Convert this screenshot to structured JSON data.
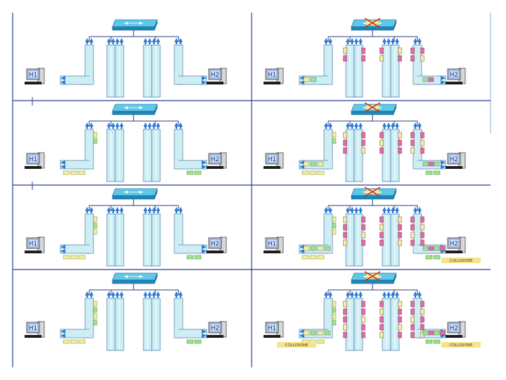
{
  "colors": {
    "background": "#ffffff",
    "frame": "#2c3e8c",
    "cable_fill": "#cdeff4",
    "cable_stroke": "#2f5f9c",
    "hub_top": "#5fc8ea",
    "hub_side": "#1f86b8",
    "arrow": "#2c79d0",
    "frame_yellow": "#f2f09a",
    "frame_green": "#9ee58a",
    "frame_pink": "#e56aa0",
    "collision_bg": "#f5e48c",
    "cross": "#d21d1d",
    "host_label_bg": "#cfe4ff"
  },
  "panels": [
    {
      "id": "p1",
      "hub_crossed": false,
      "host_left": "H1",
      "host_right": "H2",
      "left_frames": [],
      "right_frames": [],
      "left_bottom": [],
      "right_bottom": [],
      "left_port": [],
      "right_port": [],
      "center_frames": [],
      "collision_left": "",
      "collision_right": ""
    },
    {
      "id": "p2",
      "hub_crossed": true,
      "hub_label": "",
      "host_left": "H1",
      "host_right": "H2",
      "left_frames": [],
      "right_frames": [],
      "left_bottom": [],
      "right_bottom": [],
      "left_port": [],
      "right_port": [],
      "center_frames": [],
      "collision_left": "",
      "collision_right": ""
    },
    {
      "id": "p3",
      "hub_crossed": false,
      "host_left": "H1",
      "host_right": "H2",
      "left_frames": [],
      "right_frames": [],
      "left_bottom": [],
      "right_bottom": [],
      "left_port": [],
      "right_port": [],
      "center_frames": [],
      "collision_left": "",
      "collision_right": ""
    },
    {
      "id": "p4",
      "hub_crossed": true,
      "hub_label": "",
      "host_left": "H1",
      "host_right": "H2",
      "left_frames": [],
      "right_frames": [],
      "left_bottom": [],
      "right_bottom": [],
      "left_port": [],
      "right_port": [],
      "center_frames": [],
      "collision_left": "",
      "collision_right": ""
    },
    {
      "id": "p5",
      "hub_crossed": false,
      "host_left": "H1",
      "host_right": "H2",
      "left_frames": [],
      "right_frames": [],
      "left_bottom": [],
      "right_bottom": [],
      "left_port": [],
      "right_port": [],
      "center_frames": [],
      "collision_left": "",
      "collision_right": ""
    },
    {
      "id": "p6",
      "hub_crossed": true,
      "hub_label": "",
      "host_left": "H1",
      "host_right": "H2",
      "left_frames": [],
      "right_frames": [],
      "left_bottom": [],
      "right_bottom": [],
      "left_port": [],
      "right_port": [],
      "center_frames": [],
      "collision_left": "",
      "collision_right": "COLLISIONE"
    },
    {
      "id": "p7",
      "hub_crossed": false,
      "host_left": "H1",
      "host_right": "H2",
      "left_frames": [],
      "right_frames": [],
      "left_bottom": [],
      "right_bottom": [],
      "left_port": [],
      "right_port": [],
      "center_frames": [],
      "collision_left": "",
      "collision_right": ""
    },
    {
      "id": "p8",
      "hub_crossed": true,
      "hub_label": "",
      "host_left": "H1",
      "host_right": "H2",
      "left_frames": [],
      "right_frames": [],
      "left_bottom": [],
      "right_bottom": [],
      "left_port": [],
      "right_port": [],
      "center_frames": [],
      "collision_left": "COLLISIONE",
      "collision_right": "COLLISIONE"
    }
  ]
}
